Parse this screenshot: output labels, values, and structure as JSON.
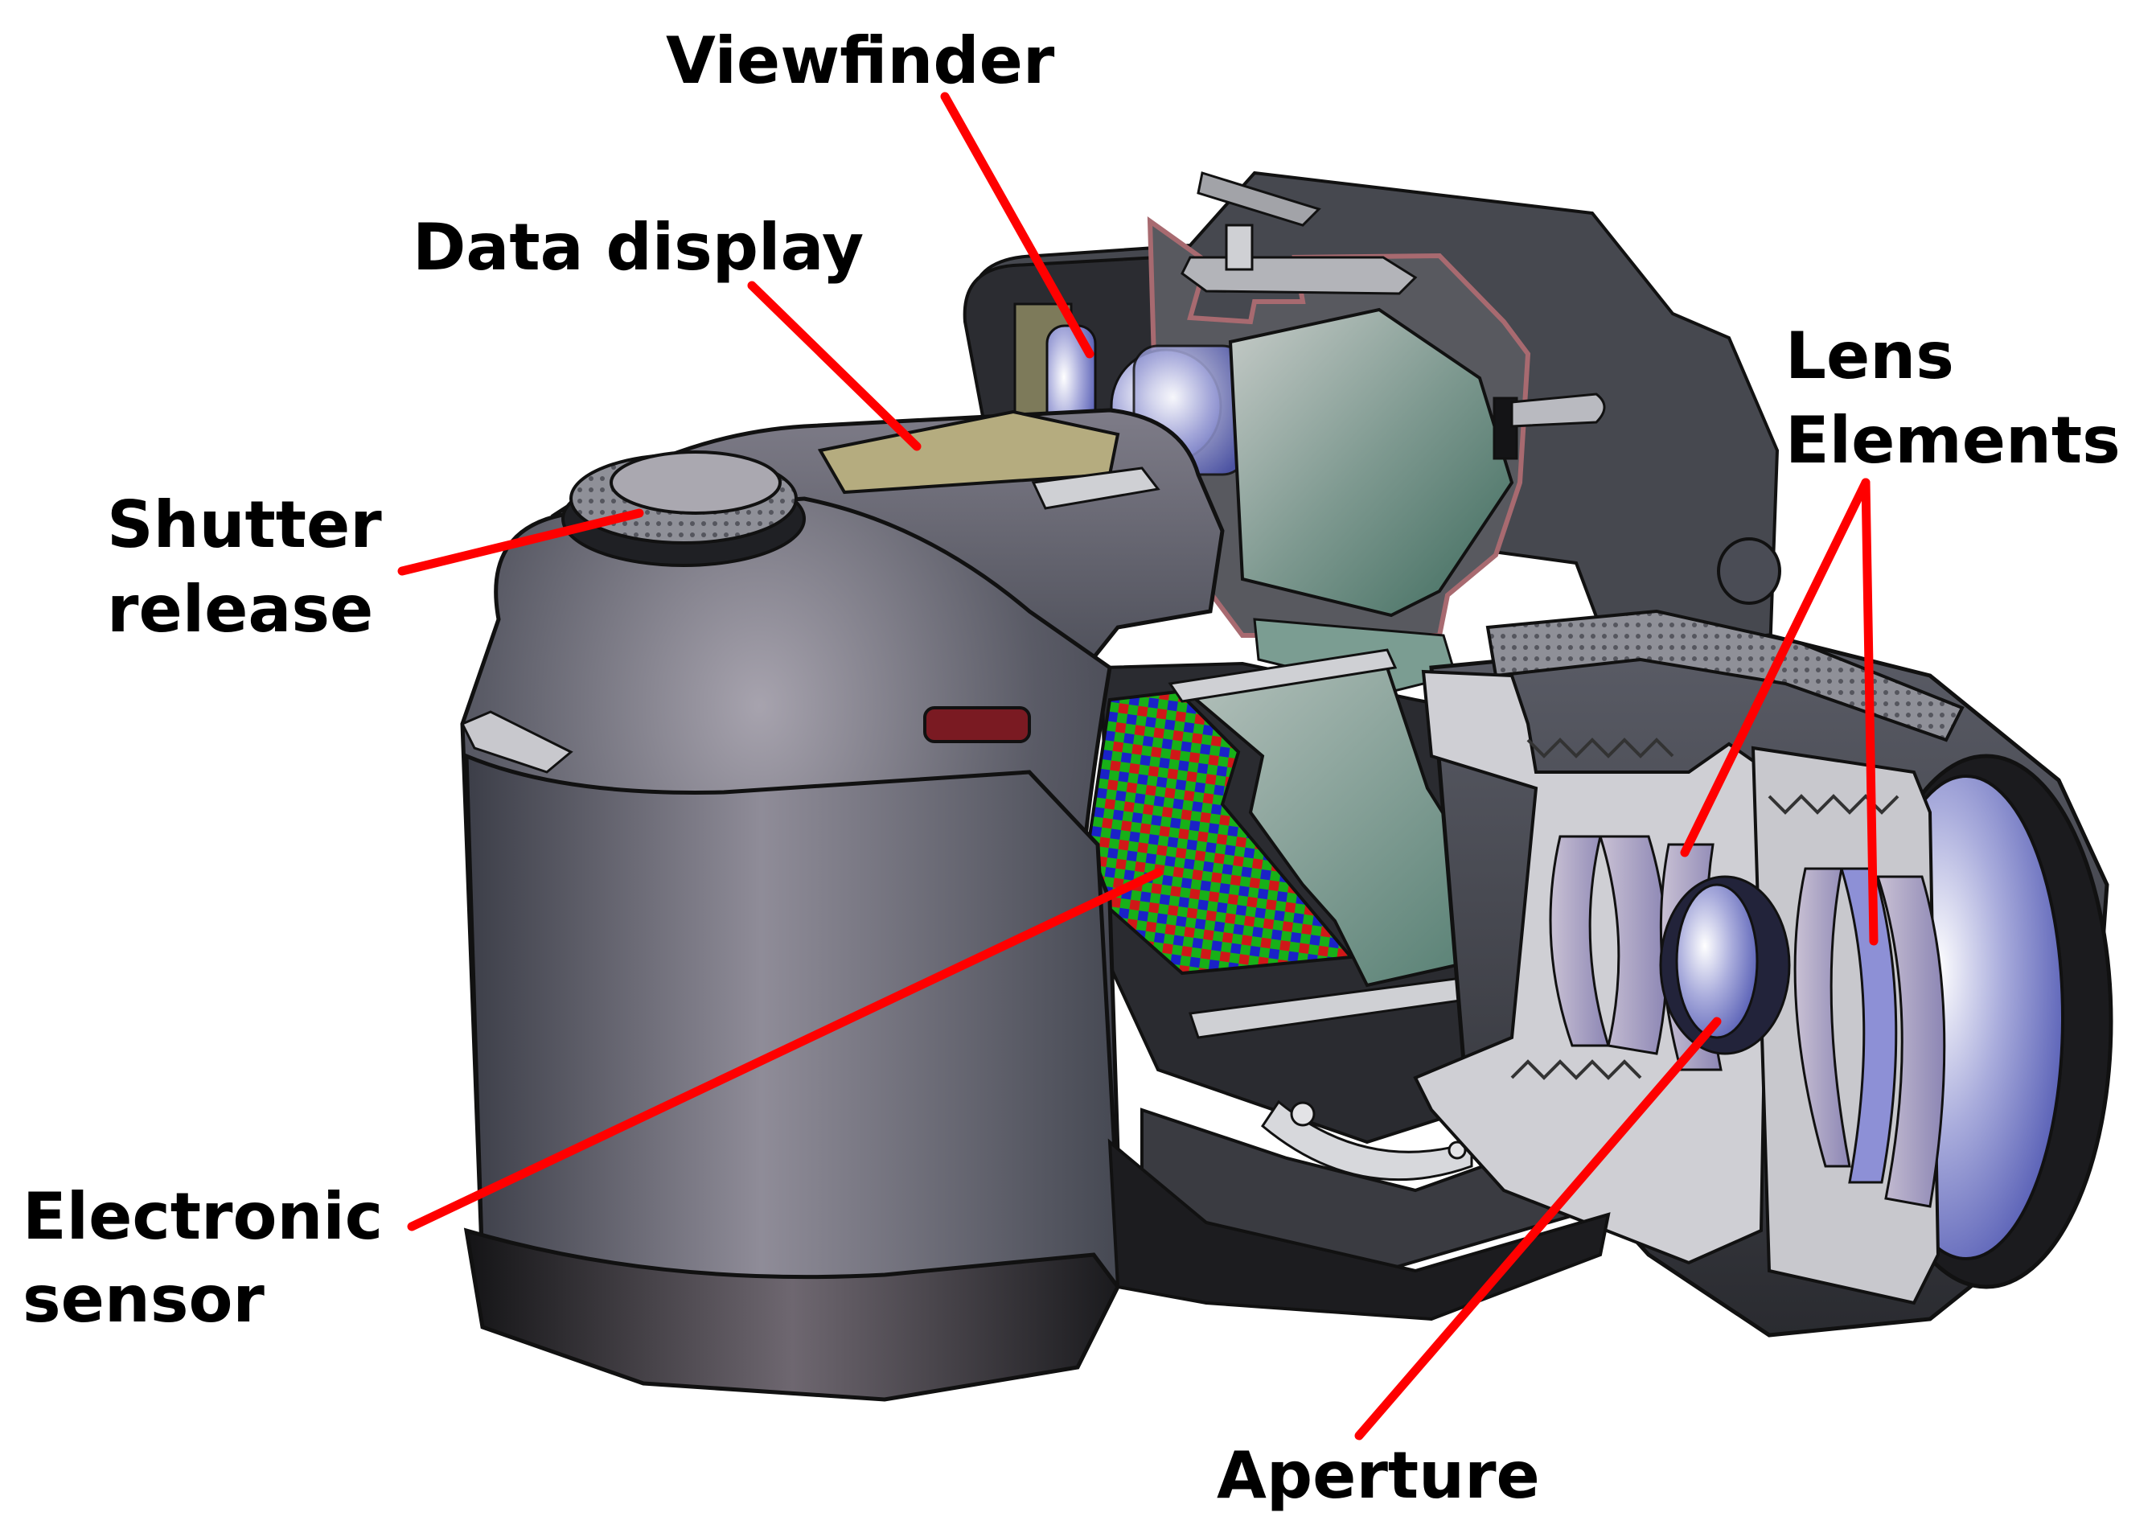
{
  "labels": {
    "viewfinder": "Viewfinder",
    "data_display": "Data display",
    "shutter_release": [
      "Shutter",
      "release"
    ],
    "lens_elements": [
      "Lens",
      "Elements"
    ],
    "electronic_sensor": [
      "Electronic",
      "sensor"
    ],
    "aperture": "Aperture"
  },
  "colors": {
    "leader_line": "#ff0000",
    "label_text": "#000000",
    "body": "#4a4d58",
    "sensor_red": "#d01818",
    "sensor_green": "#18b018",
    "sensor_blue": "#1a22c8",
    "glass": "#8890d8"
  }
}
